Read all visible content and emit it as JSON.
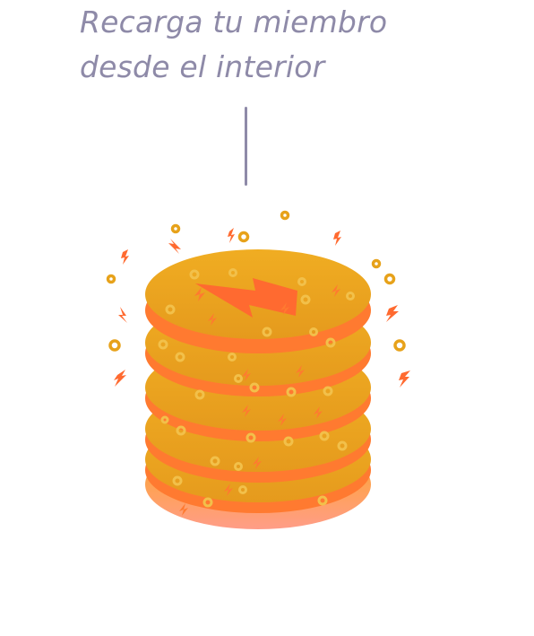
{
  "headline": {
    "line1": "Recarga tu miembro",
    "line2": "desde el interior"
  },
  "illustration": {
    "icon": "coin-stack-with-lightning-icon",
    "disc_count": 5,
    "colors": {
      "disc_top": "#eeaa22",
      "disc_band": "#ff7a30",
      "disc_shadow": "#ff9d73",
      "ring": "#e7a21a",
      "bolt": "#ff6a30",
      "text": "#8e8aa8"
    }
  }
}
